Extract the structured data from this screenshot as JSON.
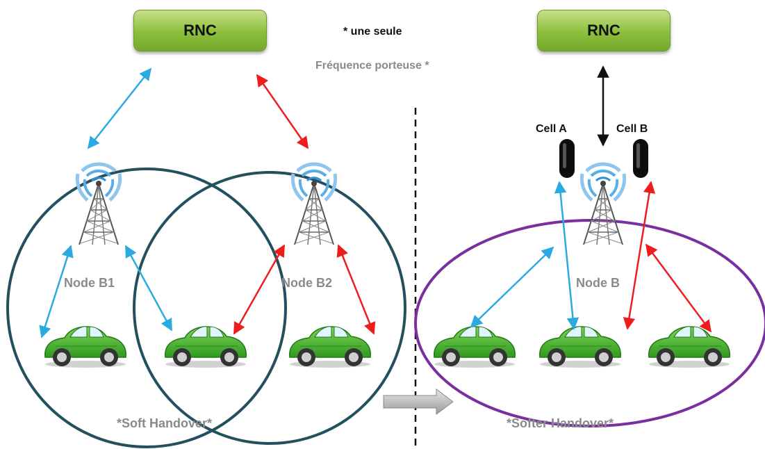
{
  "rnc_label": "RNC",
  "note": {
    "line1": "* une seule",
    "line2": "Fréquence porteuse *"
  },
  "soft": {
    "node_b1": "Node B1",
    "node_b2": "Node B2",
    "caption": "*Soft Handover*"
  },
  "softer": {
    "cell_a": "Cell A",
    "cell_b": "Cell B",
    "node_b": "Node B",
    "caption": "*Softer Handover*"
  },
  "colors": {
    "blue_link": "#29abe2",
    "red_link": "#f01c1c",
    "soft_cell": "#22505e",
    "softer_cell": "#7a2fa0",
    "car": "#3fae2a",
    "label_grey": "#8a8a8a"
  }
}
